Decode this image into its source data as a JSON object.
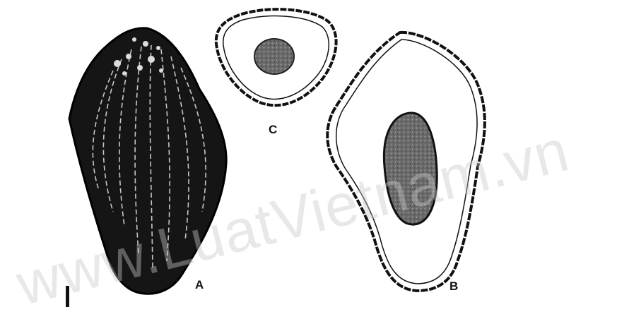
{
  "figure": {
    "labels": {
      "a": "A",
      "b": "B",
      "c": "C"
    },
    "watermark": "www.LuatVietnam.vn",
    "colors": {
      "ink": "#111111",
      "seed": "#1a1a1a",
      "kernel": "#555555",
      "ring": "#222222"
    },
    "parts": [
      {
        "id": "A",
        "kind": "whole seed, ridged dark surface"
      },
      {
        "id": "B",
        "kind": "seed section with kernel"
      },
      {
        "id": "C",
        "kind": "cross section with small kernel"
      }
    ]
  }
}
